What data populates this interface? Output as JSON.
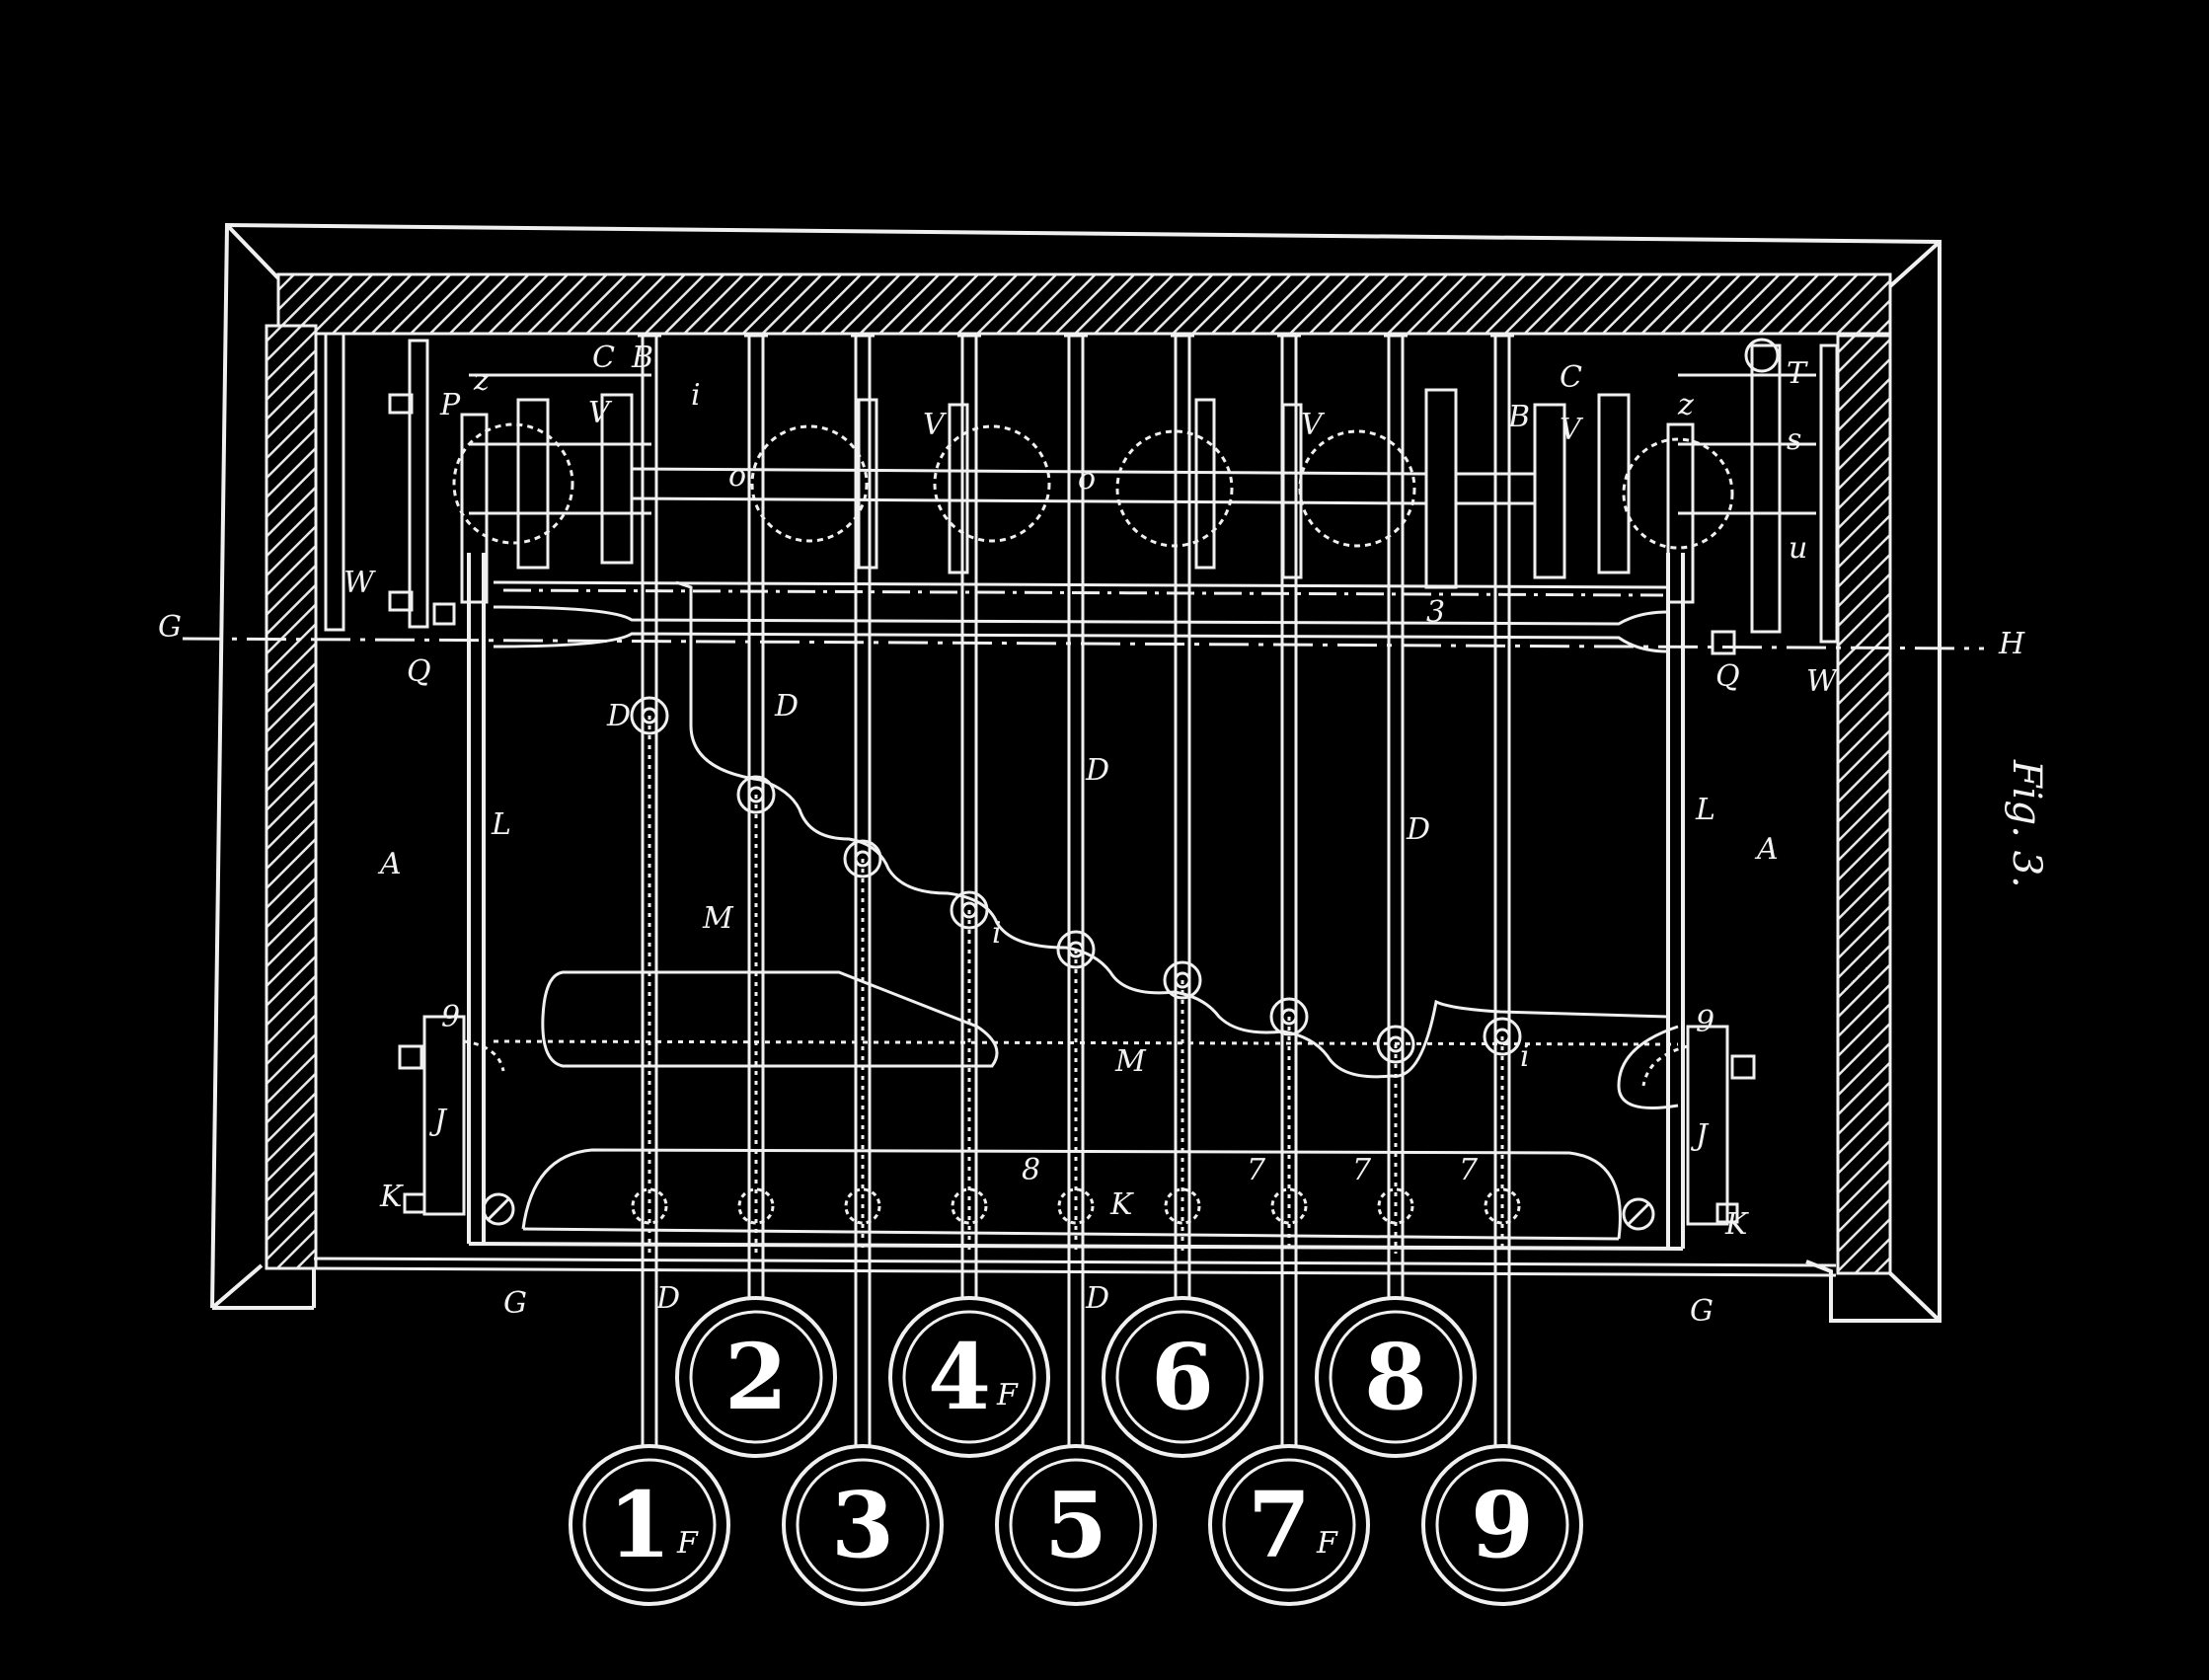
{
  "figure": {
    "caption": "Fig. 3.",
    "colors": {
      "background": "#000000",
      "ink": "#f0f0f0"
    }
  },
  "section_marks": {
    "left": "G",
    "right": "H"
  },
  "labels": {
    "left_area": "A",
    "right_area": "A",
    "lever_left": "L",
    "lever_right": "L",
    "cam_bar_upper": "M",
    "cam_bar_lower": "M",
    "rail_left": "W",
    "rail_right": "W",
    "pinion_left": "P",
    "clip_left": "Q",
    "clip_right": "Q",
    "gear_left": "z",
    "gear_right": "z",
    "wheel_v1": "V",
    "wheel_v2": "V",
    "wheel_v3": "V",
    "wheel_v4": "V",
    "axle_o1": "o",
    "axle_o2": "o",
    "bracket_left": "B",
    "bracket_right": "B",
    "cap_left": "C",
    "cap_right": "C",
    "rack_right": "T",
    "rack_u": "u",
    "rack_s": "s",
    "stop_3": "3",
    "rod_d1": "D",
    "rod_d2": "D",
    "rod_d3": "D",
    "rod_d4": "D",
    "rod_d5": "D",
    "rod_d6": "D",
    "pivot_i": "i",
    "pivot_i2": "i",
    "pivot_i3": "i",
    "bar_k": "K",
    "bar_k_right": "K",
    "bar_k_left": "K",
    "mark_8": "8",
    "mark_7a": "7",
    "mark_7b": "7",
    "mark_7c": "7",
    "spring_j_left": "J",
    "spring_j_right": "J",
    "pin_9_left": "9",
    "pin_9_right": "9",
    "base_g_left": "G",
    "base_g_right": "G"
  },
  "keys": [
    {
      "label": "1",
      "sub": "F"
    },
    {
      "label": "2",
      "sub": ""
    },
    {
      "label": "3",
      "sub": ""
    },
    {
      "label": "4",
      "sub": "F"
    },
    {
      "label": "5",
      "sub": ""
    },
    {
      "label": "6",
      "sub": ""
    },
    {
      "label": "7",
      "sub": "F"
    },
    {
      "label": "8",
      "sub": ""
    },
    {
      "label": "9",
      "sub": ""
    }
  ]
}
